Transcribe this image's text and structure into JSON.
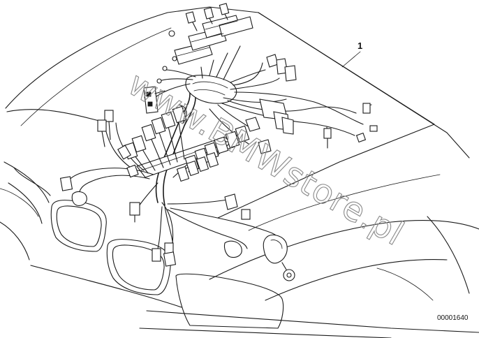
{
  "diagram": {
    "callouts": [
      {
        "label": "1"
      }
    ],
    "watermark": "www.BMWstore.pl",
    "reference_number": "00001640"
  }
}
